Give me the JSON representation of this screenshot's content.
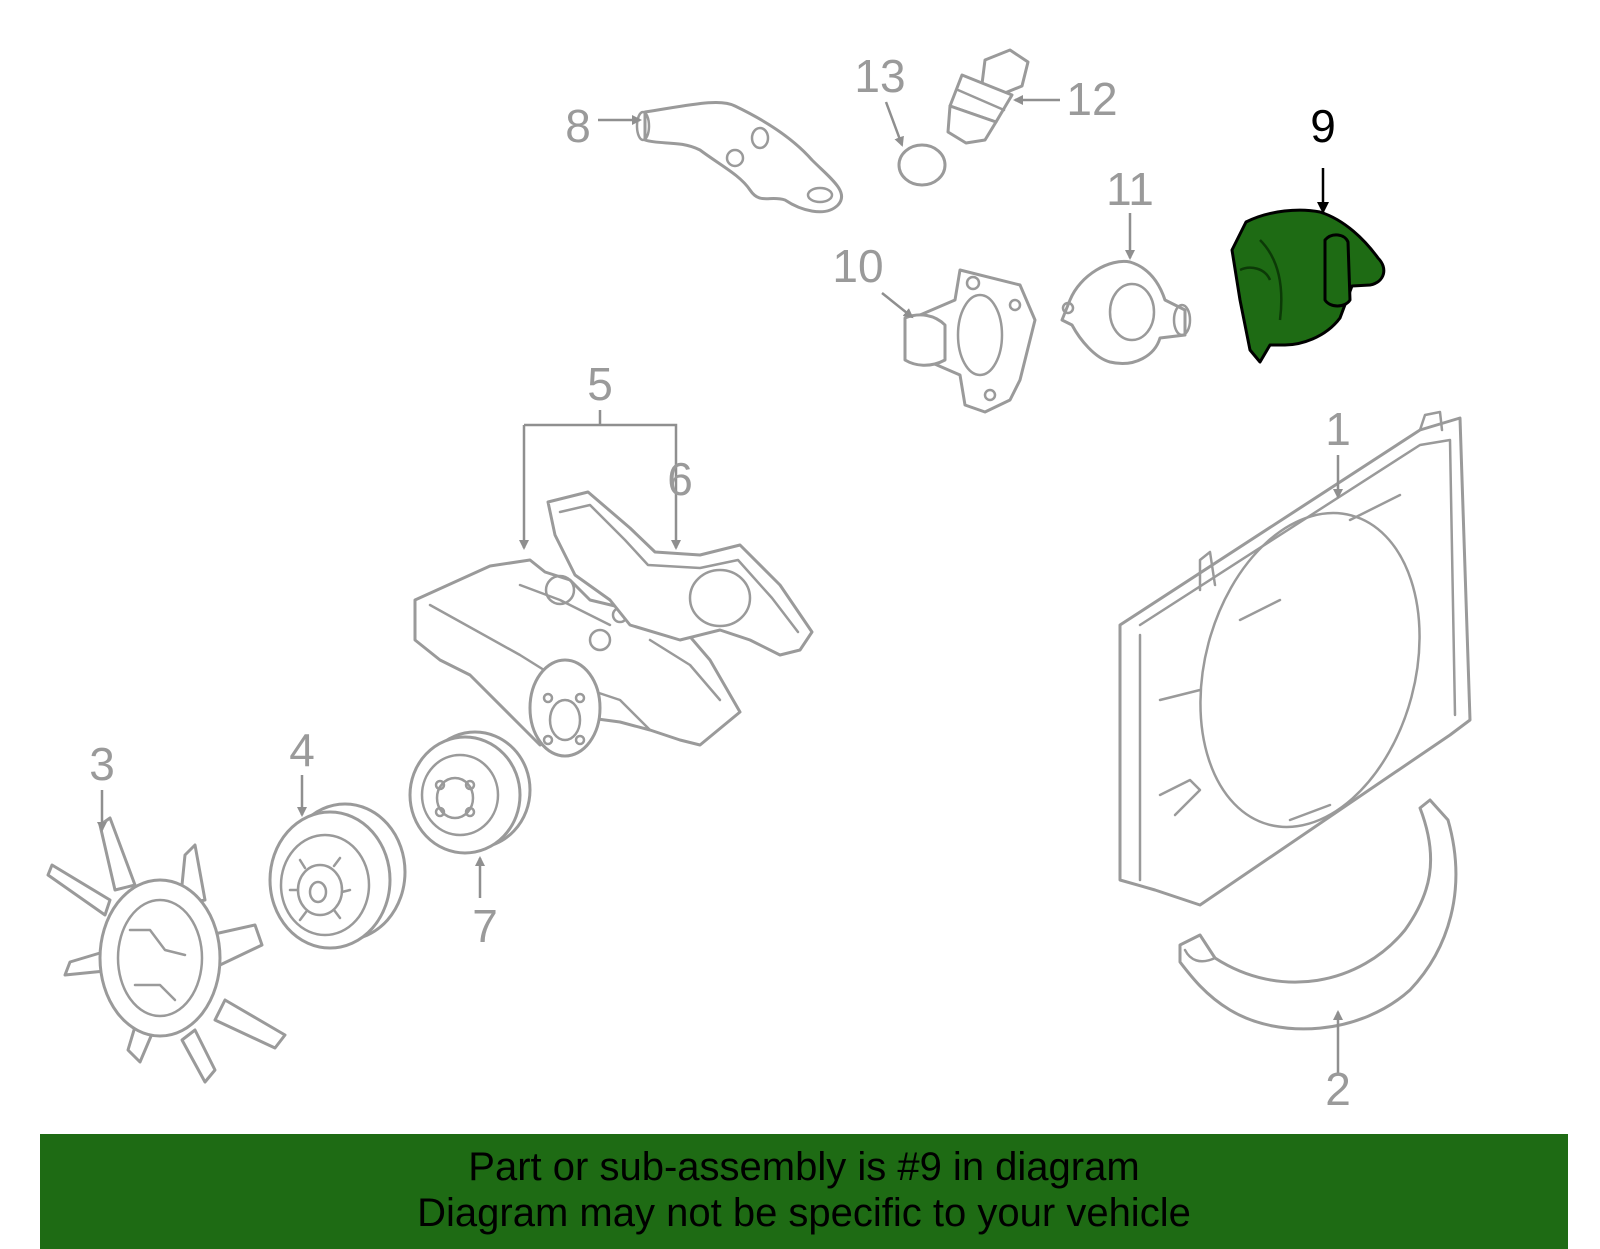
{
  "highlight_color": "#1e6b14",
  "highlighted_part": "9",
  "callouts": {
    "c1": "1",
    "c2": "2",
    "c3": "3",
    "c4": "4",
    "c5": "5",
    "c6": "6",
    "c7": "7",
    "c8": "8",
    "c9": "9",
    "c10": "10",
    "c11": "11",
    "c12": "12",
    "c13": "13"
  },
  "banner": {
    "line1": "Part or sub-assembly is #9 in diagram",
    "line2": "Diagram may not be specific to your vehicle"
  }
}
